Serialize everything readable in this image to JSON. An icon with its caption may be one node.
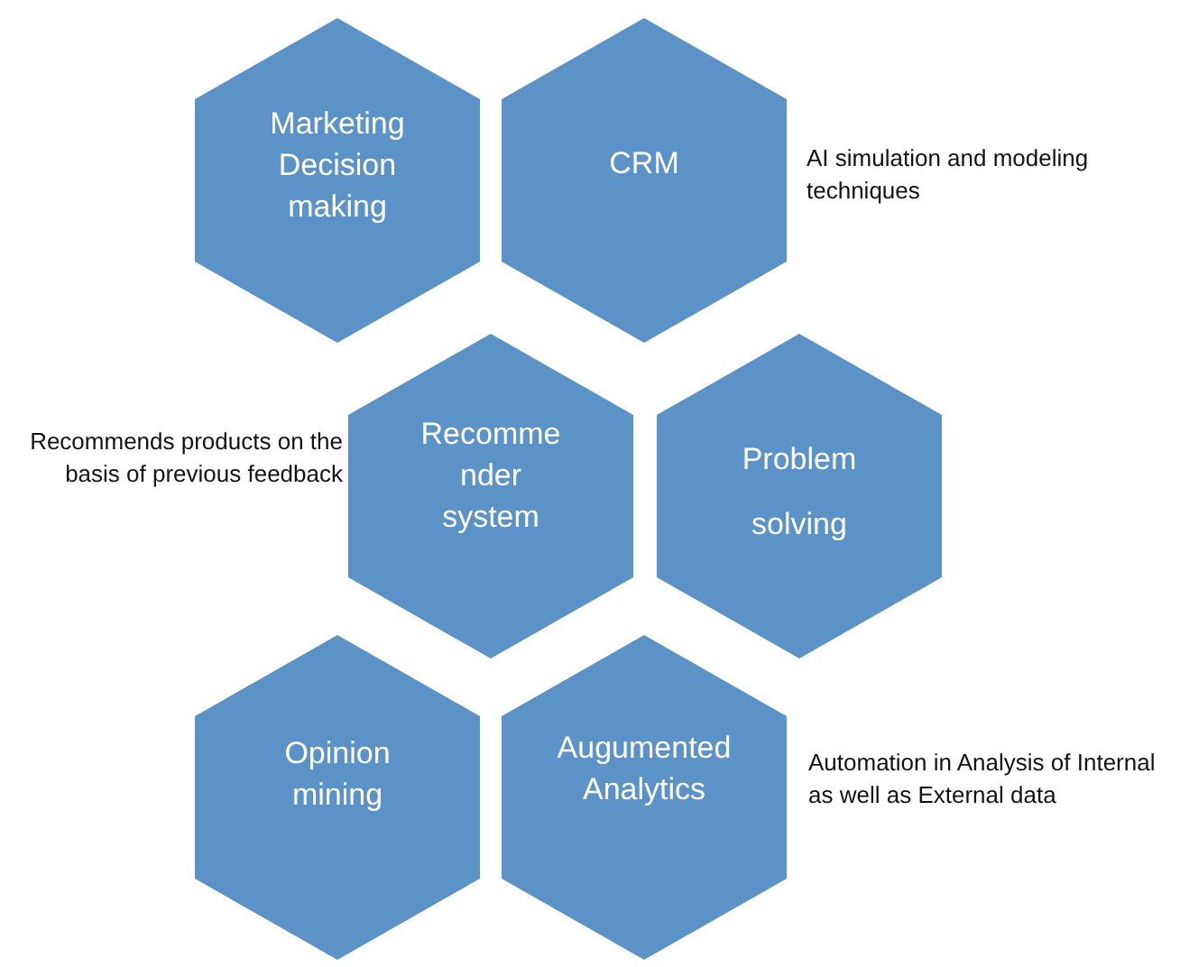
{
  "diagram": {
    "nodes": [
      {
        "text": [
          "Marketing Decision making"
        ]
      },
      {
        "text": [
          "CRM"
        ],
        "beside": [
          "AI simulation and modeling techniques"
        ]
      },
      {
        "text": [
          "Recomme nder system"
        ],
        "beside": [
          "Recommends products on the basis of previous feedback"
        ]
      },
      {
        "text": [
          "Problem solving"
        ]
      },
      {
        "text": [
          "Opinion mining"
        ]
      },
      {
        "text": [
          "Augumented Analytics"
        ],
        "beside": [
          "Automation in Analysis of Internal as well as External data"
        ]
      }
    ]
  }
}
